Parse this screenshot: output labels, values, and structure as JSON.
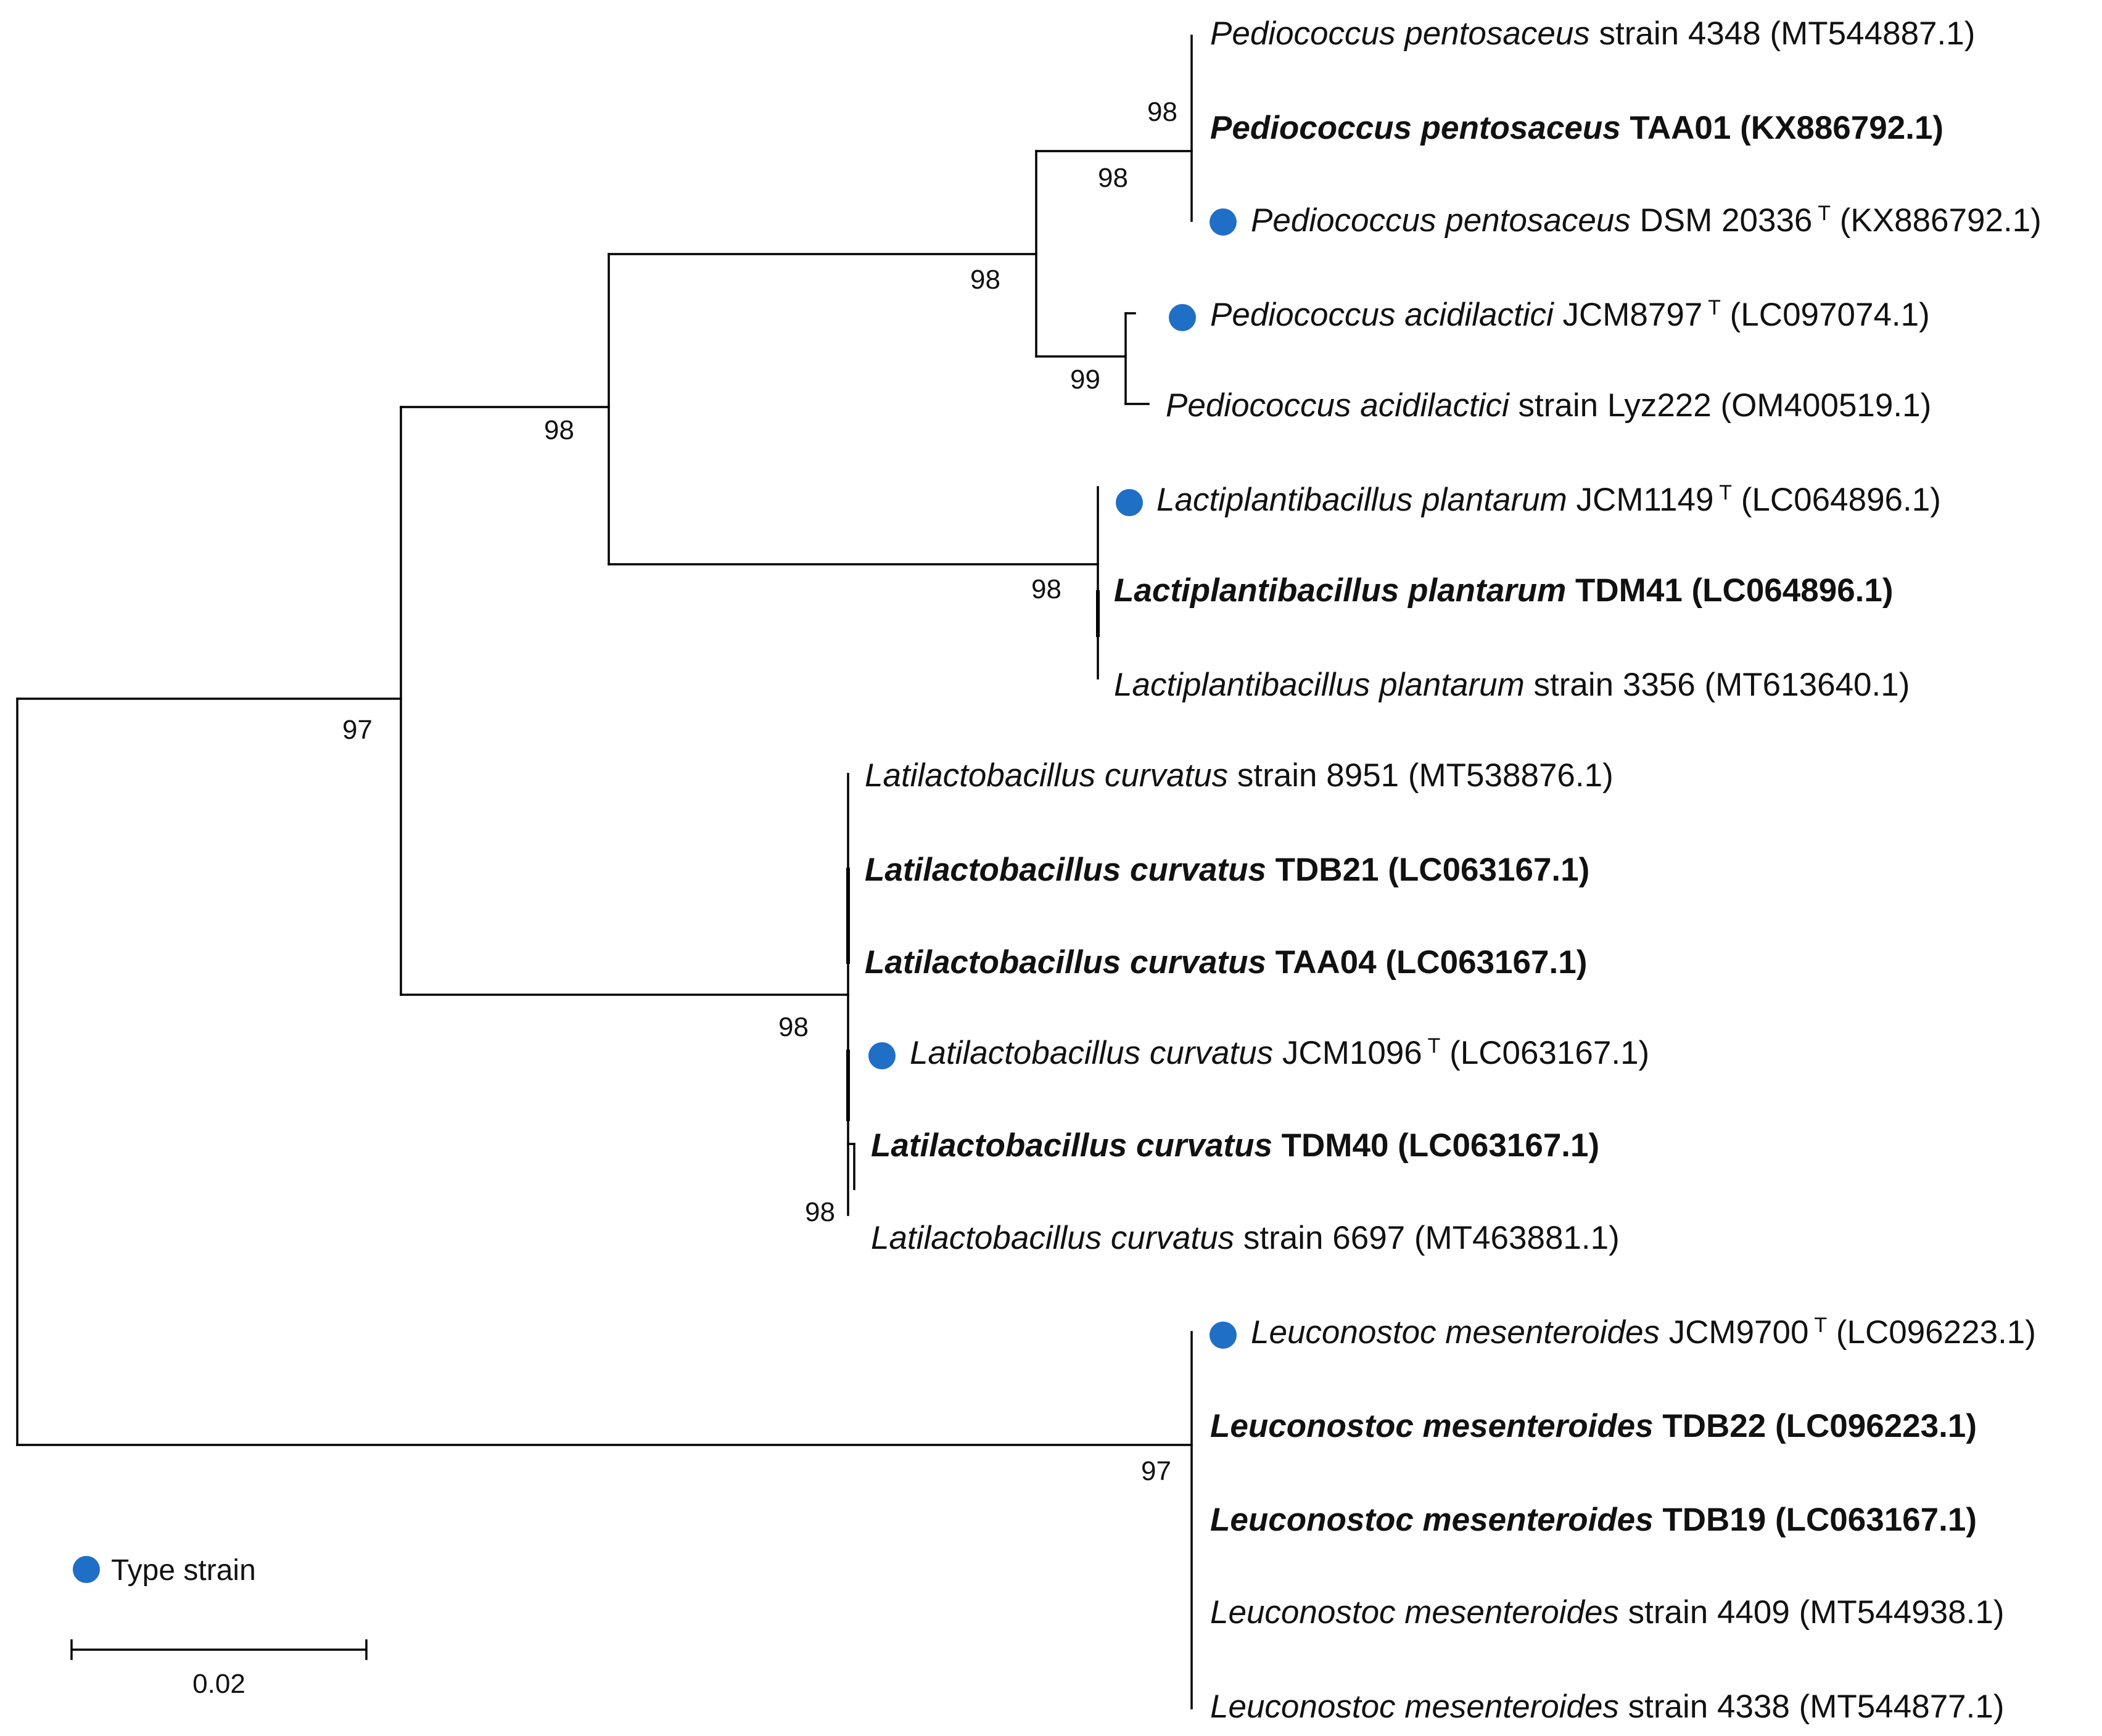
{
  "type_marker_color": "#1f6fc6",
  "legend": {
    "label": "Type strain",
    "icon": "type-strain-dot-icon"
  },
  "scale_bar": {
    "label": "0.02",
    "value": 0.02
  },
  "leaves": [
    {
      "id": "l1",
      "species": "Pediococcus pentosaceus",
      "strain": "strain 4348",
      "sup": "",
      "accession": "(MT544887.1)",
      "bold": false,
      "type": false
    },
    {
      "id": "l2",
      "species": "Pediococcus pentosaceus",
      "strain": "TAA01",
      "sup": "",
      "accession": "(KX886792.1)",
      "bold": true,
      "type": false
    },
    {
      "id": "l3",
      "species": "Pediococcus pentosaceus",
      "strain": "DSM 20336",
      "sup": "T",
      "accession": "(KX886792.1)",
      "bold": false,
      "type": true
    },
    {
      "id": "l4",
      "species": "Pediococcus acidilactici",
      "strain": "JCM8797",
      "sup": "T",
      "accession": "(LC097074.1)",
      "bold": false,
      "type": true
    },
    {
      "id": "l5",
      "species": "Pediococcus acidilactici",
      "strain": "strain Lyz222",
      "sup": "",
      "accession": "(OM400519.1)",
      "bold": false,
      "type": false
    },
    {
      "id": "l6",
      "species": "Lactiplantibacillus plantarum",
      "strain": "JCM1149",
      "sup": "T",
      "accession": "(LC064896.1)",
      "bold": false,
      "type": true
    },
    {
      "id": "l7",
      "species": "Lactiplantibacillus plantarum",
      "strain": "TDM41",
      "sup": "",
      "accession": "(LC064896.1)",
      "bold": true,
      "type": false
    },
    {
      "id": "l8",
      "species": "Lactiplantibacillus plantarum",
      "strain": "strain 3356",
      "sup": "",
      "accession": "(MT613640.1)",
      "bold": false,
      "type": false
    },
    {
      "id": "l9",
      "species": "Latilactobacillus curvatus",
      "strain": "strain 8951",
      "sup": "",
      "accession": "(MT538876.1)",
      "bold": false,
      "type": false
    },
    {
      "id": "l10",
      "species": "Latilactobacillus curvatus",
      "strain": "TDB21",
      "sup": "",
      "accession": "(LC063167.1)",
      "bold": true,
      "type": false
    },
    {
      "id": "l11",
      "species": "Latilactobacillus curvatus",
      "strain": "TAA04",
      "sup": "",
      "accession": "(LC063167.1)",
      "bold": true,
      "type": false
    },
    {
      "id": "l12",
      "species": "Latilactobacillus curvatus",
      "strain": "JCM1096",
      "sup": "T",
      "accession": "(LC063167.1)",
      "bold": false,
      "type": true
    },
    {
      "id": "l13",
      "species": "Latilactobacillus curvatus",
      "strain": "TDM40",
      "sup": "",
      "accession": "(LC063167.1)",
      "bold": true,
      "type": false
    },
    {
      "id": "l14",
      "species": "Latilactobacillus curvatus",
      "strain": "strain 6697",
      "sup": "",
      "accession": "(MT463881.1)",
      "bold": false,
      "type": false
    },
    {
      "id": "l15",
      "species": "Leuconostoc mesenteroides",
      "strain": "JCM9700",
      "sup": "T",
      "accession": "(LC096223.1)",
      "bold": false,
      "type": true
    },
    {
      "id": "l16",
      "species": "Leuconostoc mesenteroides",
      "strain": "TDB22",
      "sup": "",
      "accession": "(LC096223.1)",
      "bold": true,
      "type": false
    },
    {
      "id": "l17",
      "species": "Leuconostoc mesenteroides",
      "strain": "TDB19",
      "sup": "",
      "accession": "(LC063167.1)",
      "bold": true,
      "type": false
    },
    {
      "id": "l18",
      "species": "Leuconostoc mesenteroides",
      "strain": "strain 4409",
      "sup": "",
      "accession": "(MT544938.1)",
      "bold": false,
      "type": false
    },
    {
      "id": "l19",
      "species": "Leuconostoc mesenteroides",
      "strain": "strain 4338",
      "sup": "",
      "accession": "(MT544877.1)",
      "bold": false,
      "type": false
    }
  ],
  "bootstrap": [
    {
      "node": "pediococcus-pentosaceus-inner",
      "value": "98"
    },
    {
      "node": "pediococcus-pentosaceus",
      "value": "98"
    },
    {
      "node": "pediococcus",
      "value": "98"
    },
    {
      "node": "pediococcus-acidilactici",
      "value": "99"
    },
    {
      "node": "pediococcus-lactiplantibacillus",
      "value": "98"
    },
    {
      "node": "lactiplantibacillus",
      "value": "98"
    },
    {
      "node": "ingroup",
      "value": "97"
    },
    {
      "node": "latilactobacillus",
      "value": "98"
    },
    {
      "node": "latilactobacillus-inner",
      "value": "98"
    },
    {
      "node": "leuconostoc",
      "value": "97"
    }
  ]
}
